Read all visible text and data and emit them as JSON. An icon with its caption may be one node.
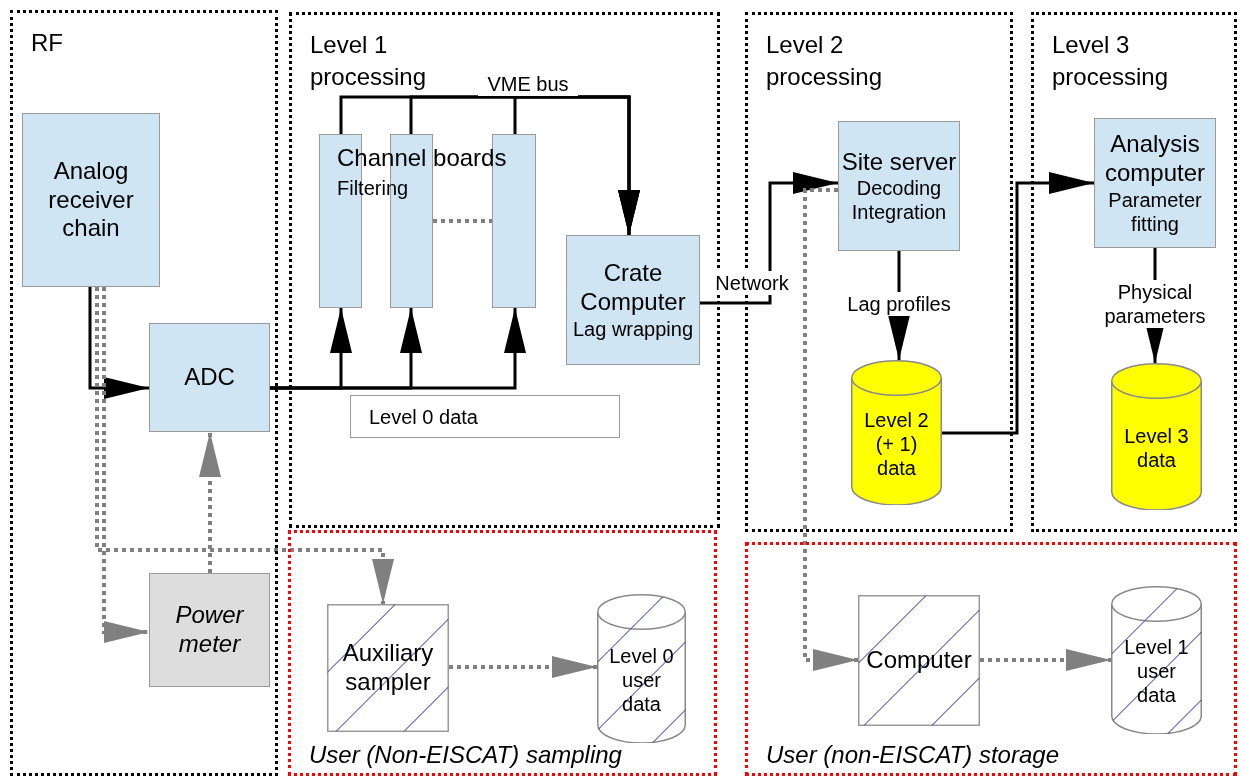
{
  "diagram": {
    "nodes": [
      {
        "text": [
          "RF"
        ]
      },
      {
        "text": [
          "Level 1 processing"
        ]
      },
      {
        "text": [
          "Level 2 processing"
        ]
      },
      {
        "text": [
          "Level 3 processing"
        ]
      },
      {
        "text": [
          "User (Non-EISCAT) sampling"
        ]
      },
      {
        "text": [
          "User (non-EISCAT) storage"
        ]
      },
      {
        "text": [
          "Analog receiver chain"
        ],
        "in": 0
      },
      {
        "text": [
          "ADC"
        ],
        "in": 0
      },
      {
        "text": [
          "Power meter"
        ],
        "in": 0
      },
      {
        "text": [],
        "shape": "bar",
        "in": 1
      },
      {
        "text": [],
        "shape": "bar",
        "in": 1
      },
      {
        "text": [],
        "shape": "bar",
        "in": 1
      },
      {
        "text": [
          "Crate Computer",
          "Lag wrapping"
        ],
        "in": 1
      },
      {
        "text": [
          "Level 0 data"
        ],
        "in": 1
      },
      {
        "text": [
          "Site server",
          "Decoding Integration"
        ],
        "in": 2
      },
      {
        "text": [
          "Level 2 (+ 1) data"
        ],
        "in": 2
      },
      {
        "text": [
          "Analysis computer",
          "Parameter fitting"
        ],
        "in": 3
      },
      {
        "text": [
          "Level 3 data"
        ],
        "in": 3
      },
      {
        "text": [
          "Auxiliary sampler"
        ],
        "in": 4
      },
      {
        "text": [
          "Level 0 user data"
        ],
        "in": 4
      },
      {
        "text": [
          "Computer"
        ],
        "in": 5
      },
      {
        "text": [
          "Level 1 user data"
        ],
        "in": 5
      }
    ],
    "edges": [
      {
        "from": 6,
        "to": 7,
        "arrow": "to"
      },
      {
        "from": 7,
        "to": 9,
        "arrow": "to"
      },
      {
        "from": 7,
        "to": 10,
        "arrow": "to"
      },
      {
        "from": 7,
        "to": 11,
        "arrow": "to"
      },
      {
        "from": 9,
        "to": 12,
        "arrow": "to",
        "label": "VME bus"
      },
      {
        "from": 10,
        "to": 12,
        "arrow": "to"
      },
      {
        "from": 11,
        "to": 12,
        "arrow": "to"
      },
      {
        "from": 10,
        "to": 11,
        "arrow": "none",
        "style": "dashed",
        "color": "#808080"
      },
      {
        "from": 12,
        "to": 14,
        "arrow": "to",
        "label": "Network"
      },
      {
        "from": 14,
        "to": 15,
        "arrow": "to",
        "label": "Lag profiles"
      },
      {
        "from": 15,
        "to": 16,
        "arrow": "to"
      },
      {
        "from": 16,
        "to": 17,
        "arrow": "to",
        "label": "Physical parameters"
      },
      {
        "from": 18,
        "to": 19,
        "arrow": "to",
        "style": "dashed",
        "color": "#808080"
      },
      {
        "from": 20,
        "to": 21,
        "arrow": "to",
        "style": "dashed",
        "color": "#808080"
      },
      {
        "from": 6,
        "to": 18,
        "arrow": "to",
        "style": "dashed",
        "color": "#808080"
      },
      {
        "from": 6,
        "to": 8,
        "arrow": "to",
        "style": "dashed",
        "color": "#808080"
      },
      {
        "from": 8,
        "to": 7,
        "arrow": "to",
        "style": "dashed",
        "color": "#808080"
      },
      {
        "from": 14,
        "to": 20,
        "arrow": "to",
        "style": "dashed",
        "color": "#808080"
      }
    ],
    "labels": [
      "Channel boards",
      "Filtering"
    ]
  }
}
